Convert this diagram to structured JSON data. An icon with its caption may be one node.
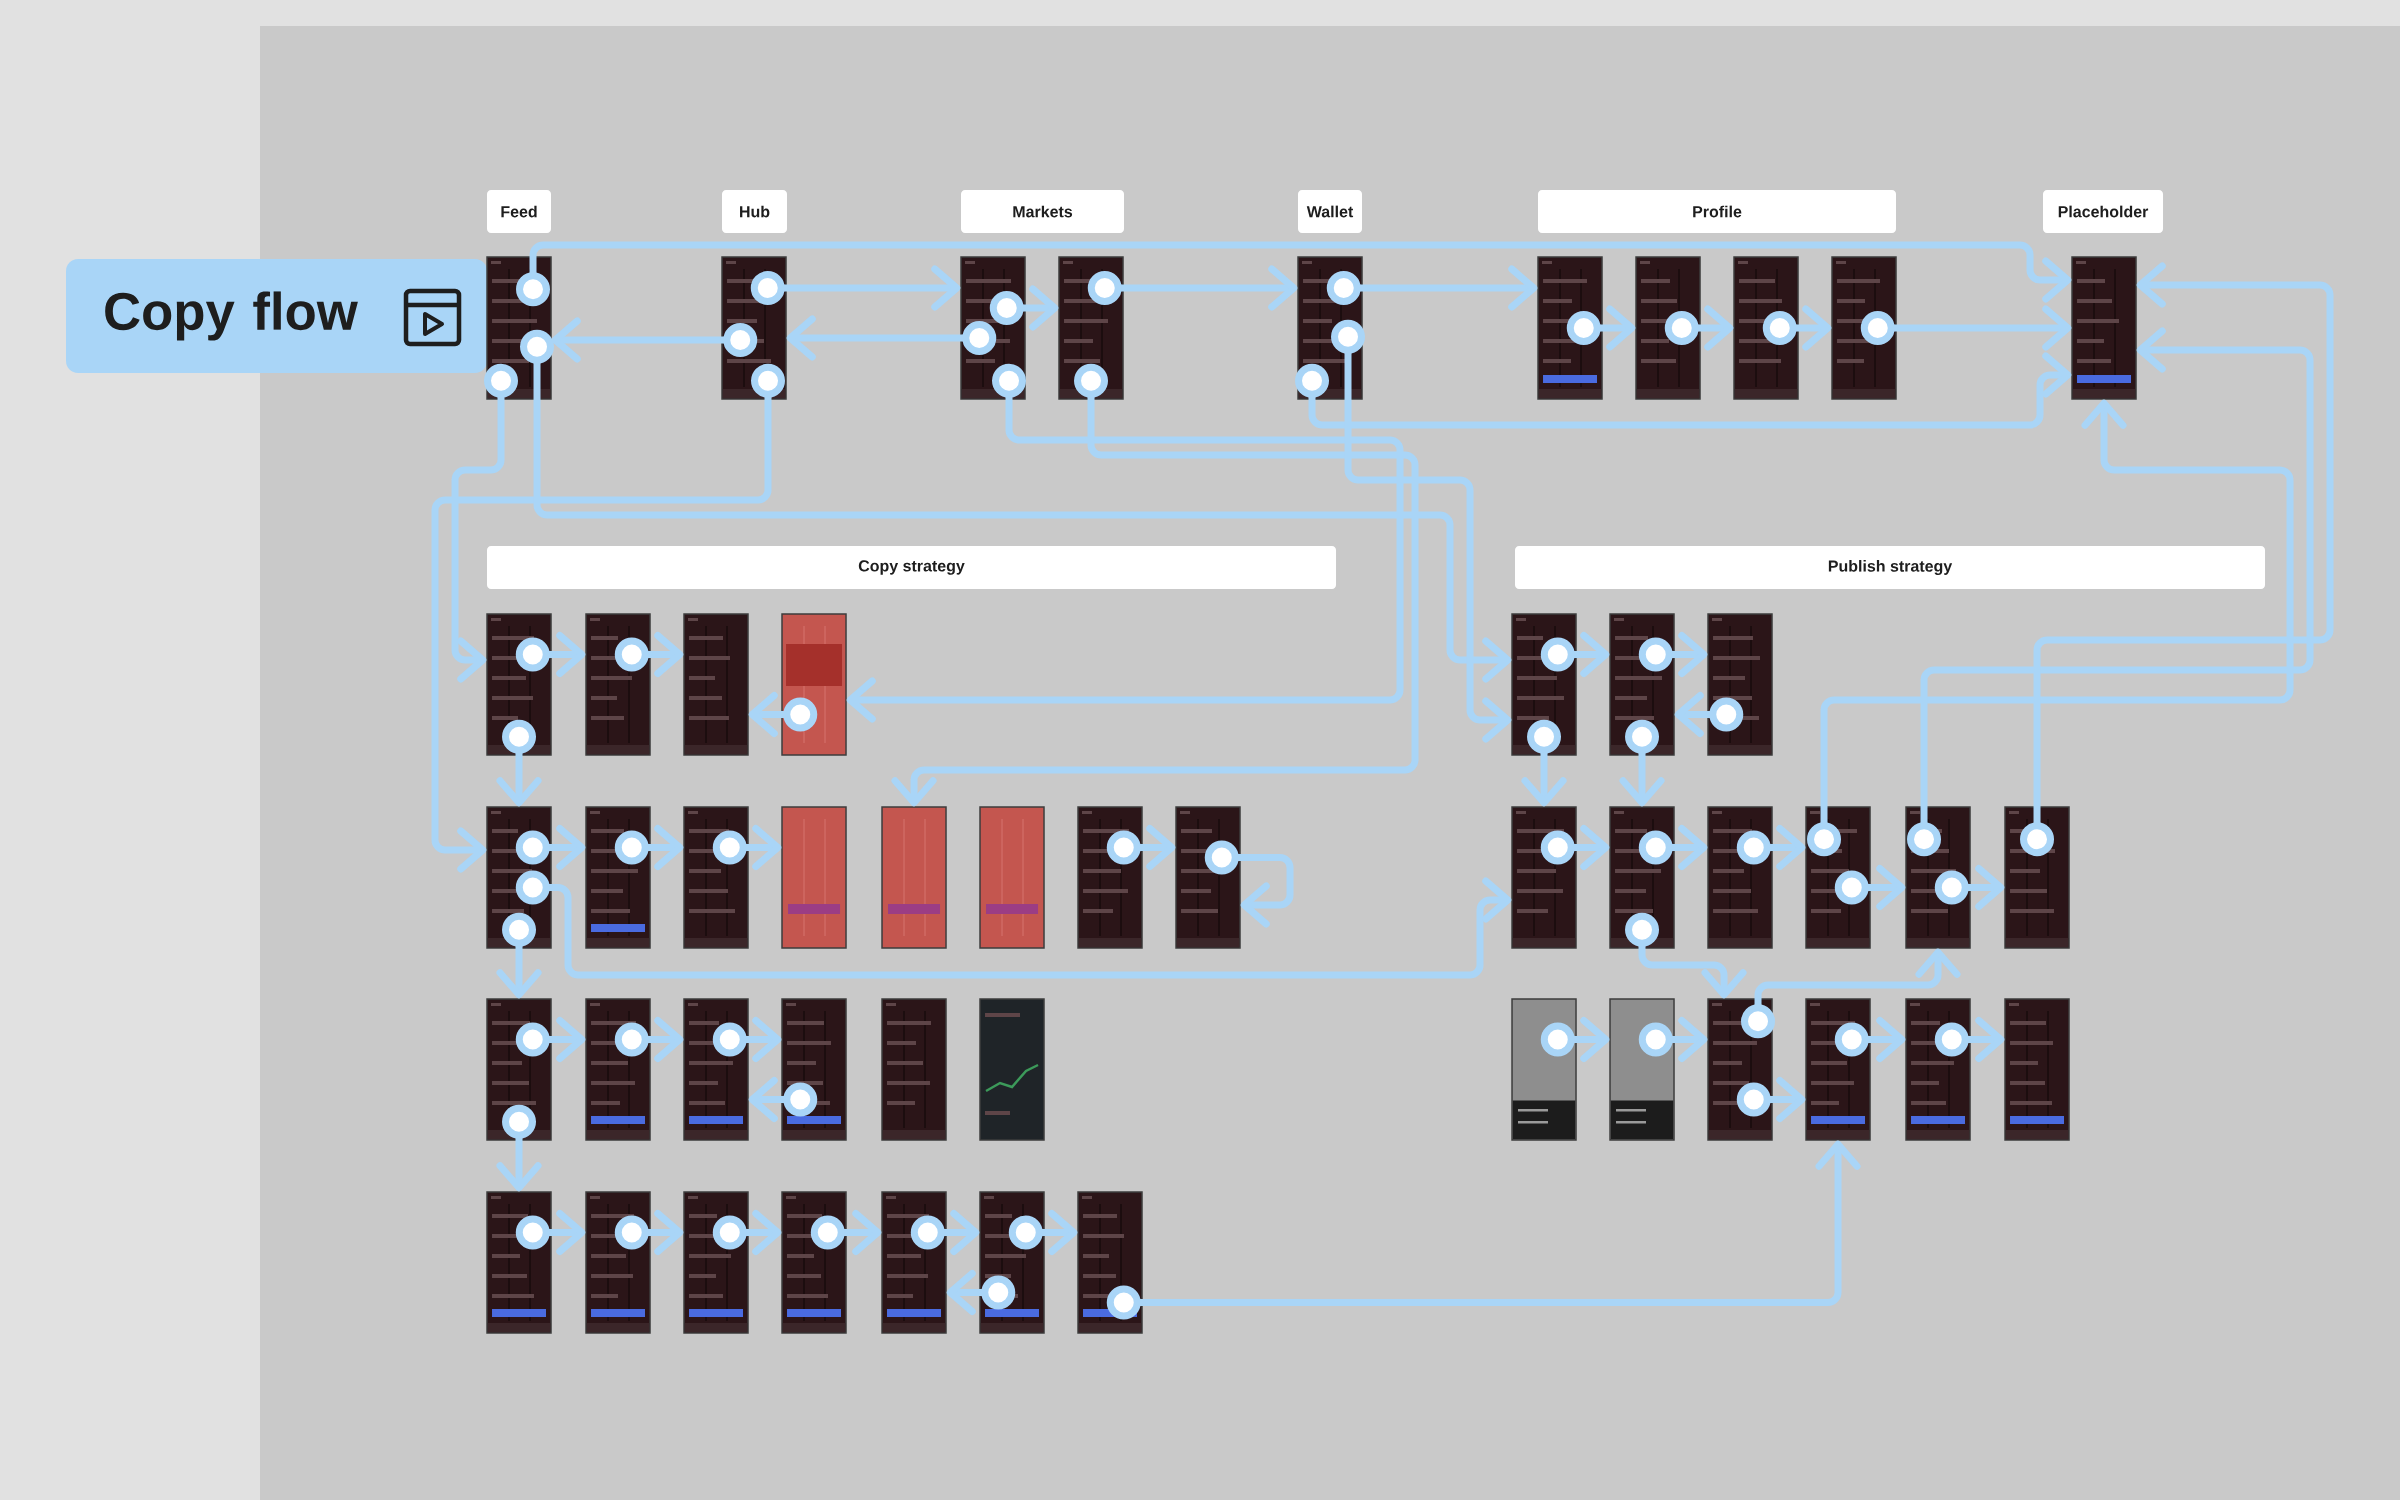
{
  "diagram": {
    "nodes": [
      {
        "text": [
          "Feed"
        ]
      },
      {
        "text": [
          "Hub"
        ]
      },
      {
        "text": [
          "Markets"
        ]
      },
      {
        "text": [
          "Wallet"
        ]
      },
      {
        "text": [
          "Profile"
        ]
      },
      {
        "text": [
          "Placeholder"
        ]
      },
      {
        "text": [
          "Copy flow"
        ]
      },
      {
        "text": [],
        "shape": "picture"
      },
      {
        "text": [],
        "shape": "picture"
      },
      {
        "text": [],
        "shape": "picture"
      },
      {
        "text": [],
        "shape": "picture"
      },
      {
        "text": [],
        "shape": "picture"
      },
      {
        "text": [],
        "shape": "picture"
      },
      {
        "text": [],
        "shape": "picture"
      },
      {
        "text": [],
        "shape": "picture"
      },
      {
        "text": [],
        "shape": "picture"
      },
      {
        "text": [],
        "shape": "picture"
      },
      {
        "text": [
          "Copy strategy"
        ]
      },
      {
        "text": [],
        "shape": "picture"
      },
      {
        "text": [],
        "shape": "picture"
      },
      {
        "text": [],
        "shape": "picture"
      },
      {
        "text": [],
        "shape": "picture"
      },
      {
        "text": [],
        "shape": "picture"
      },
      {
        "text": [],
        "shape": "picture"
      },
      {
        "text": [],
        "shape": "picture"
      },
      {
        "text": [],
        "shape": "picture"
      },
      {
        "text": [],
        "shape": "picture"
      },
      {
        "text": [],
        "shape": "picture"
      },
      {
        "text": [],
        "shape": "picture"
      },
      {
        "text": [],
        "shape": "picture"
      },
      {
        "text": [],
        "shape": "picture"
      },
      {
        "text": [],
        "shape": "picture"
      },
      {
        "text": [],
        "shape": "picture"
      },
      {
        "text": [],
        "shape": "picture"
      },
      {
        "text": [],
        "shape": "picture"
      },
      {
        "text": [],
        "shape": "picture"
      },
      {
        "text": [],
        "shape": "picture"
      },
      {
        "text": [],
        "shape": "picture"
      },
      {
        "text": [],
        "shape": "picture"
      },
      {
        "text": [],
        "shape": "picture"
      },
      {
        "text": [],
        "shape": "picture"
      },
      {
        "text": [],
        "shape": "picture"
      },
      {
        "text": [],
        "shape": "picture"
      },
      {
        "text": [
          "Publish strategy"
        ]
      },
      {
        "text": [],
        "shape": "picture"
      },
      {
        "text": [],
        "shape": "picture"
      },
      {
        "text": [],
        "shape": "picture"
      },
      {
        "text": [],
        "shape": "picture"
      },
      {
        "text": [],
        "shape": "picture"
      },
      {
        "text": [],
        "shape": "picture"
      },
      {
        "text": [],
        "shape": "picture"
      },
      {
        "text": [],
        "shape": "picture"
      },
      {
        "text": [],
        "shape": "picture"
      },
      {
        "text": [],
        "shape": "picture"
      },
      {
        "text": [],
        "shape": "picture"
      },
      {
        "text": [],
        "shape": "picture"
      },
      {
        "text": [],
        "shape": "picture"
      },
      {
        "text": [],
        "shape": "picture"
      },
      {
        "text": [],
        "shape": "picture"
      }
    ],
    "edges": [
      {
        "from": 8,
        "to": 7,
        "arrow": "to"
      },
      {
        "from": 8,
        "to": 9,
        "arrow": "to"
      },
      {
        "from": 9,
        "to": 8,
        "arrow": "to"
      },
      {
        "from": 9,
        "to": 10,
        "arrow": "to"
      },
      {
        "from": 10,
        "to": 11,
        "arrow": "to"
      },
      {
        "from": 11,
        "to": 12,
        "arrow": "to"
      },
      {
        "from": 12,
        "to": 13,
        "arrow": "to"
      },
      {
        "from": 13,
        "to": 14,
        "arrow": "to"
      },
      {
        "from": 14,
        "to": 15,
        "arrow": "to"
      },
      {
        "from": 15,
        "to": 16,
        "arrow": "to"
      },
      {
        "from": 7,
        "to": 16,
        "arrow": "to"
      },
      {
        "from": 11,
        "to": 16,
        "arrow": "to"
      },
      {
        "from": 7,
        "to": 18,
        "arrow": "to"
      },
      {
        "from": 8,
        "to": 22,
        "arrow": "to"
      },
      {
        "from": 9,
        "to": 21,
        "arrow": "to"
      },
      {
        "from": 10,
        "to": 26,
        "arrow": "to"
      },
      {
        "from": 7,
        "to": 44,
        "arrow": "to"
      },
      {
        "from": 11,
        "to": 44,
        "arrow": "to"
      },
      {
        "from": 18,
        "to": 19,
        "arrow": "to"
      },
      {
        "from": 19,
        "to": 20,
        "arrow": "to"
      },
      {
        "from": 21,
        "to": 20,
        "arrow": "to"
      },
      {
        "from": 18,
        "to": 22,
        "arrow": "to"
      },
      {
        "from": 22,
        "to": 23,
        "arrow": "to"
      },
      {
        "from": 23,
        "to": 24,
        "arrow": "to"
      },
      {
        "from": 24,
        "to": 25,
        "arrow": "to"
      },
      {
        "from": 28,
        "to": 29,
        "arrow": "to"
      },
      {
        "from": 29,
        "to": 29,
        "arrow": "to"
      },
      {
        "from": 22,
        "to": 47,
        "arrow": "to"
      },
      {
        "from": 22,
        "to": 30,
        "arrow": "to"
      },
      {
        "from": 30,
        "to": 31,
        "arrow": "to"
      },
      {
        "from": 31,
        "to": 32,
        "arrow": "to"
      },
      {
        "from": 32,
        "to": 33,
        "arrow": "to"
      },
      {
        "from": 33,
        "to": 32,
        "arrow": "to"
      },
      {
        "from": 30,
        "to": 36,
        "arrow": "to"
      },
      {
        "from": 36,
        "to": 37,
        "arrow": "to"
      },
      {
        "from": 37,
        "to": 38,
        "arrow": "to"
      },
      {
        "from": 38,
        "to": 39,
        "arrow": "to"
      },
      {
        "from": 39,
        "to": 40,
        "arrow": "to"
      },
      {
        "from": 40,
        "to": 41,
        "arrow": "to"
      },
      {
        "from": 41,
        "to": 42,
        "arrow": "to"
      },
      {
        "from": 41,
        "to": 40,
        "arrow": "to"
      },
      {
        "from": 44,
        "to": 45,
        "arrow": "to"
      },
      {
        "from": 45,
        "to": 46,
        "arrow": "to"
      },
      {
        "from": 46,
        "to": 45,
        "arrow": "to"
      },
      {
        "from": 44,
        "to": 47,
        "arrow": "to"
      },
      {
        "from": 45,
        "to": 48,
        "arrow": "to"
      },
      {
        "from": 47,
        "to": 48,
        "arrow": "to"
      },
      {
        "from": 48,
        "to": 49,
        "arrow": "to"
      },
      {
        "from": 49,
        "to": 50,
        "arrow": "to"
      },
      {
        "from": 50,
        "to": 51,
        "arrow": "to"
      },
      {
        "from": 51,
        "to": 52,
        "arrow": "to"
      },
      {
        "from": 50,
        "to": 16,
        "arrow": "to"
      },
      {
        "from": 51,
        "to": 16,
        "arrow": "to"
      },
      {
        "from": 52,
        "to": 16,
        "arrow": "to"
      },
      {
        "from": 48,
        "to": 55,
        "arrow": "to"
      },
      {
        "from": 53,
        "to": 54,
        "arrow": "to"
      },
      {
        "from": 54,
        "to": 55,
        "arrow": "to"
      },
      {
        "from": 55,
        "to": 56,
        "arrow": "to"
      },
      {
        "from": 56,
        "to": 57,
        "arrow": "to"
      },
      {
        "from": 57,
        "to": 58,
        "arrow": "to"
      },
      {
        "from": 55,
        "to": 51,
        "arrow": "to"
      },
      {
        "from": 42,
        "to": 56,
        "arrow": "to"
      }
    ]
  }
}
